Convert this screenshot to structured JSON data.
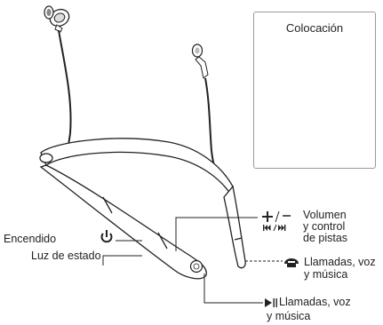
{
  "inset": {
    "title": "Colocación"
  },
  "labels": {
    "power": "Encendido",
    "power_symbol": "⏻",
    "status_light": "Luz de estado",
    "volume_symbols": "+/—",
    "track_symbols": "⏮/⏭",
    "volume_line1": "Volumen",
    "volume_line2": "y control",
    "volume_line3": "de pistas",
    "calls_voice_line1": "Llamadas, voz",
    "calls_voice_line2": "y música",
    "play_calls_line1": "Llamadas, voz",
    "play_calls_line2": "y música",
    "play_symbol": "▶‖"
  }
}
